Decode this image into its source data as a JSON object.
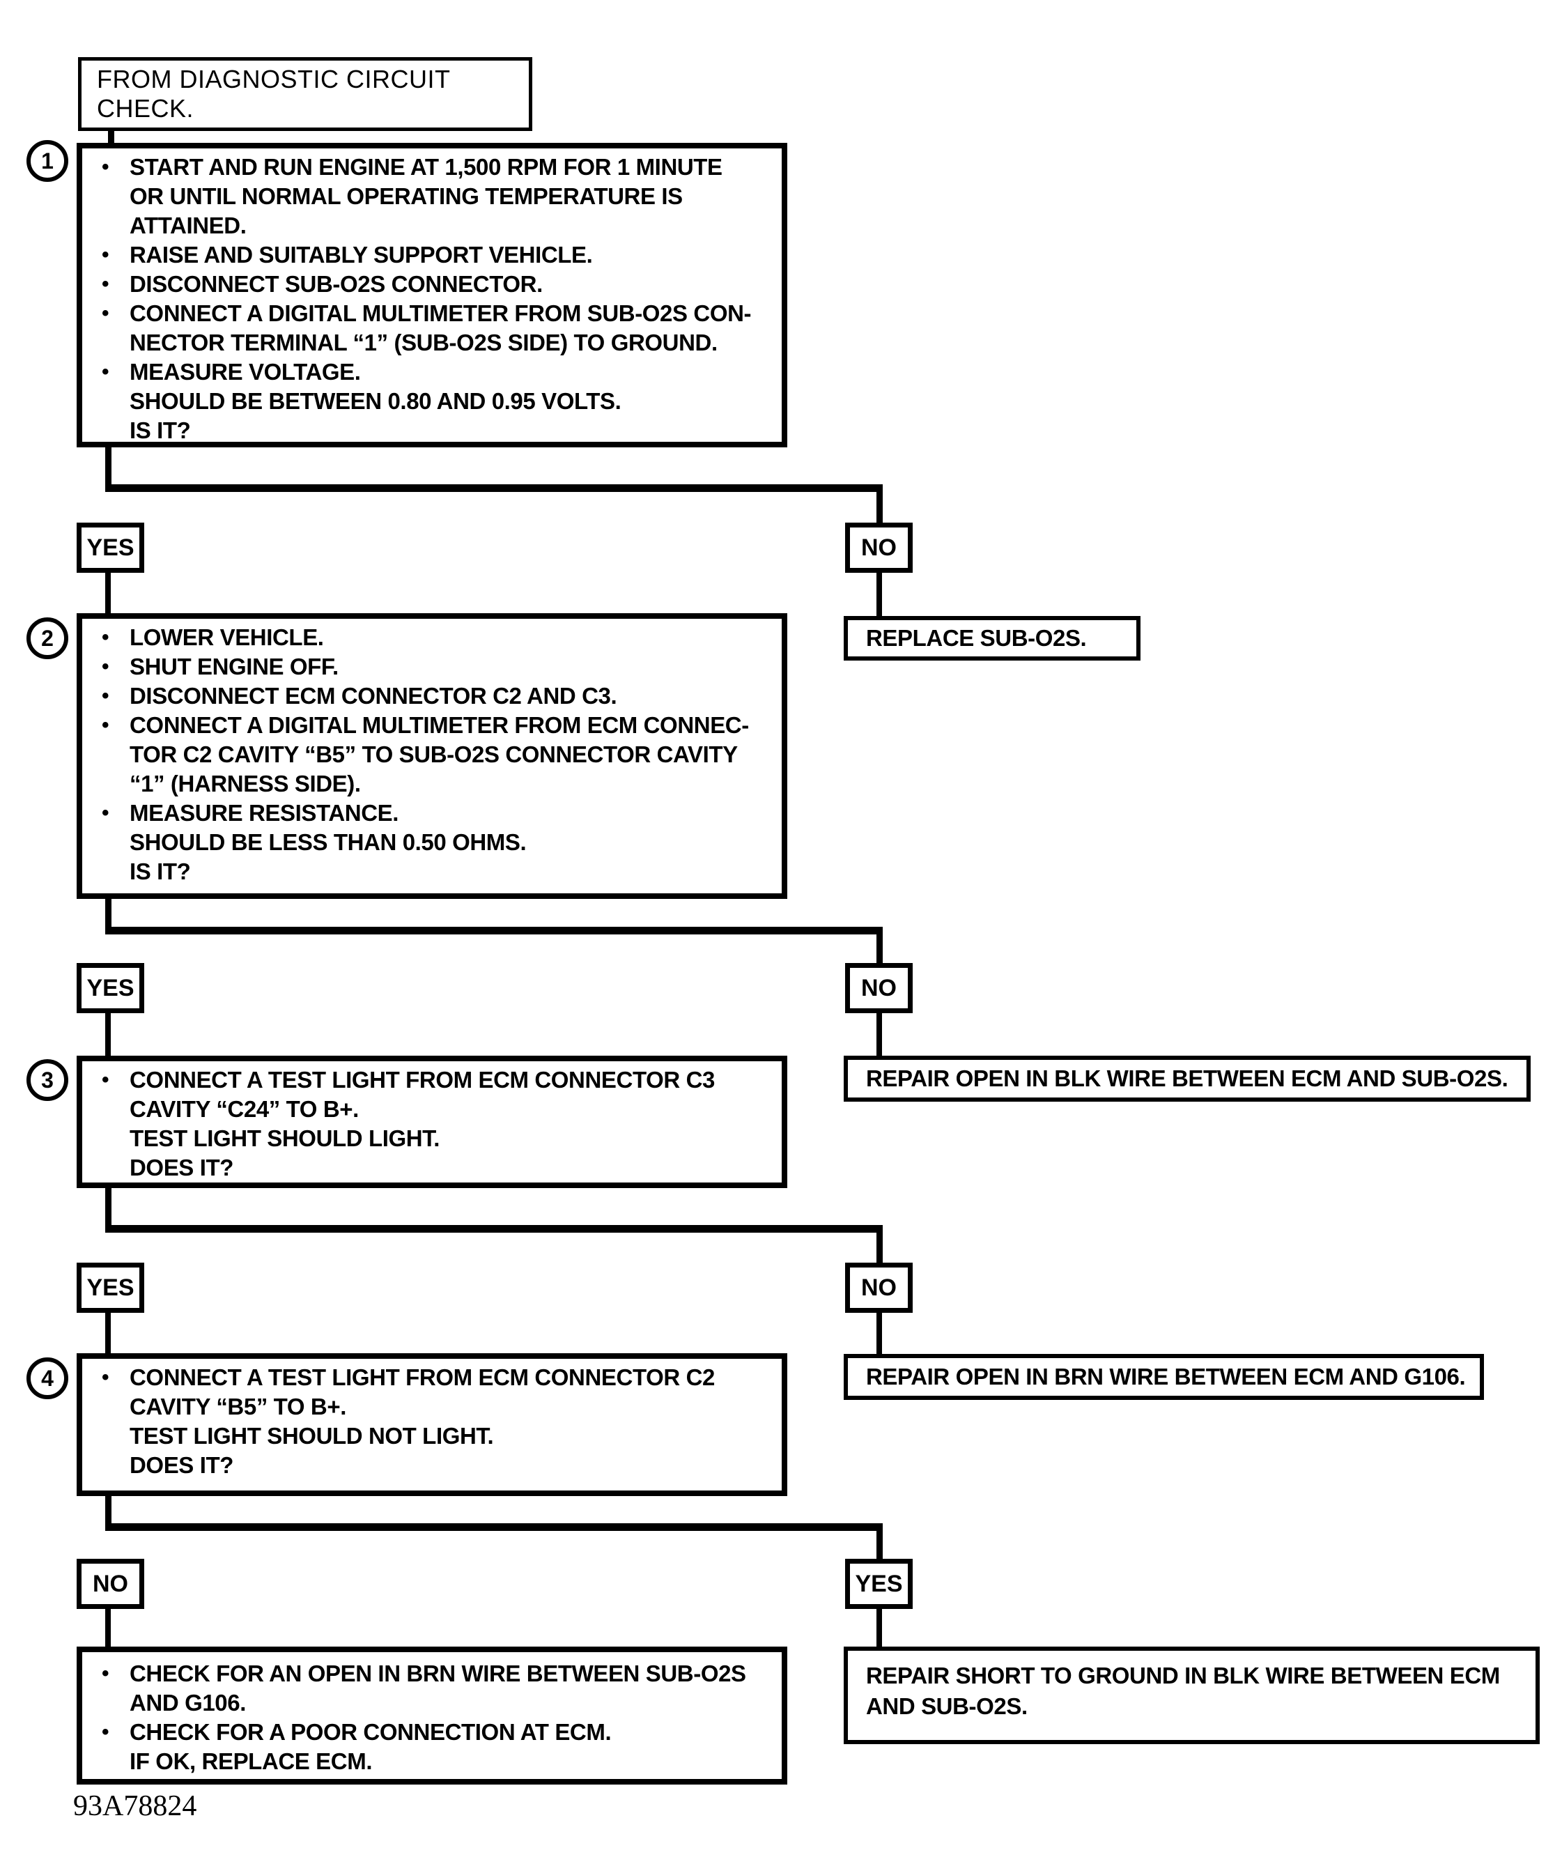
{
  "start_label": "FROM DIAGNOSTIC CIRCUIT CHECK.",
  "caption": "93A78824",
  "steps": [
    {
      "number": "1",
      "lines": [
        {
          "b": "•",
          "t": "START AND RUN ENGINE AT 1,500 RPM FOR 1 MINUTE"
        },
        {
          "b": "",
          "t": "OR UNTIL NORMAL OPERATING TEMPERATURE IS"
        },
        {
          "b": "",
          "t": "ATTAINED."
        },
        {
          "b": "•",
          "t": "RAISE AND SUITABLY SUPPORT VEHICLE."
        },
        {
          "b": "•",
          "t": "DISCONNECT SUB-O2S CONNECTOR."
        },
        {
          "b": "•",
          "t": "CONNECT A DIGITAL MULTIMETER FROM SUB-O2S CON-"
        },
        {
          "b": "",
          "t": "NECTOR TERMINAL “1” (SUB-O2S SIDE) TO GROUND."
        },
        {
          "b": "•",
          "t": "MEASURE VOLTAGE."
        },
        {
          "b": "",
          "t": "SHOULD BE BETWEEN 0.80 AND 0.95 VOLTS."
        },
        {
          "b": "",
          "t": "IS IT?"
        }
      ],
      "left_label": "YES",
      "right_label": "NO",
      "right_action_lines": [
        "REPLACE SUB-O2S."
      ]
    },
    {
      "number": "2",
      "lines": [
        {
          "b": "•",
          "t": "LOWER VEHICLE."
        },
        {
          "b": "•",
          "t": "SHUT ENGINE OFF."
        },
        {
          "b": "•",
          "t": "DISCONNECT ECM CONNECTOR C2 AND C3."
        },
        {
          "b": "•",
          "t": "CONNECT A DIGITAL MULTIMETER FROM ECM CONNEC-"
        },
        {
          "b": "",
          "t": "TOR C2 CAVITY “B5” TO SUB-O2S CONNECTOR CAVITY"
        },
        {
          "b": "",
          "t": "“1” (HARNESS SIDE)."
        },
        {
          "b": "•",
          "t": "MEASURE RESISTANCE."
        },
        {
          "b": "",
          "t": "SHOULD BE LESS THAN 0.50 OHMS."
        },
        {
          "b": "",
          "t": "IS IT?"
        }
      ],
      "left_label": "YES",
      "right_label": "NO",
      "right_action_lines": [
        "REPAIR OPEN IN BLK WIRE BETWEEN ECM AND SUB-O2S."
      ]
    },
    {
      "number": "3",
      "lines": [
        {
          "b": "•",
          "t": "CONNECT A TEST LIGHT FROM ECM CONNECTOR C3"
        },
        {
          "b": "",
          "t": "CAVITY “C24” TO B+."
        },
        {
          "b": "",
          "t": "TEST LIGHT SHOULD LIGHT."
        },
        {
          "b": "",
          "t": "DOES IT?"
        }
      ],
      "left_label": "YES",
      "right_label": "NO",
      "right_action_lines": [
        "REPAIR OPEN IN BRN WIRE BETWEEN ECM AND G106."
      ]
    },
    {
      "number": "4",
      "lines": [
        {
          "b": "•",
          "t": "CONNECT A TEST LIGHT FROM ECM CONNECTOR C2"
        },
        {
          "b": "",
          "t": "CAVITY “B5” TO B+."
        },
        {
          "b": "",
          "t": "TEST LIGHT SHOULD NOT LIGHT."
        },
        {
          "b": "",
          "t": "DOES IT?"
        }
      ],
      "left_label": "NO",
      "right_label": "YES",
      "right_action_lines": [
        "REPAIR SHORT TO GROUND IN BLK WIRE BETWEEN ECM",
        "AND SUB-O2S."
      ]
    }
  ],
  "final_action": {
    "lines": [
      {
        "b": "•",
        "t": "CHECK FOR AN OPEN IN BRN WIRE BETWEEN SUB-O2S"
      },
      {
        "b": "",
        "t": "AND G106."
      },
      {
        "b": "•",
        "t": "CHECK FOR A POOR CONNECTION AT ECM."
      },
      {
        "b": "",
        "t": "IF OK, REPLACE ECM."
      }
    ]
  }
}
